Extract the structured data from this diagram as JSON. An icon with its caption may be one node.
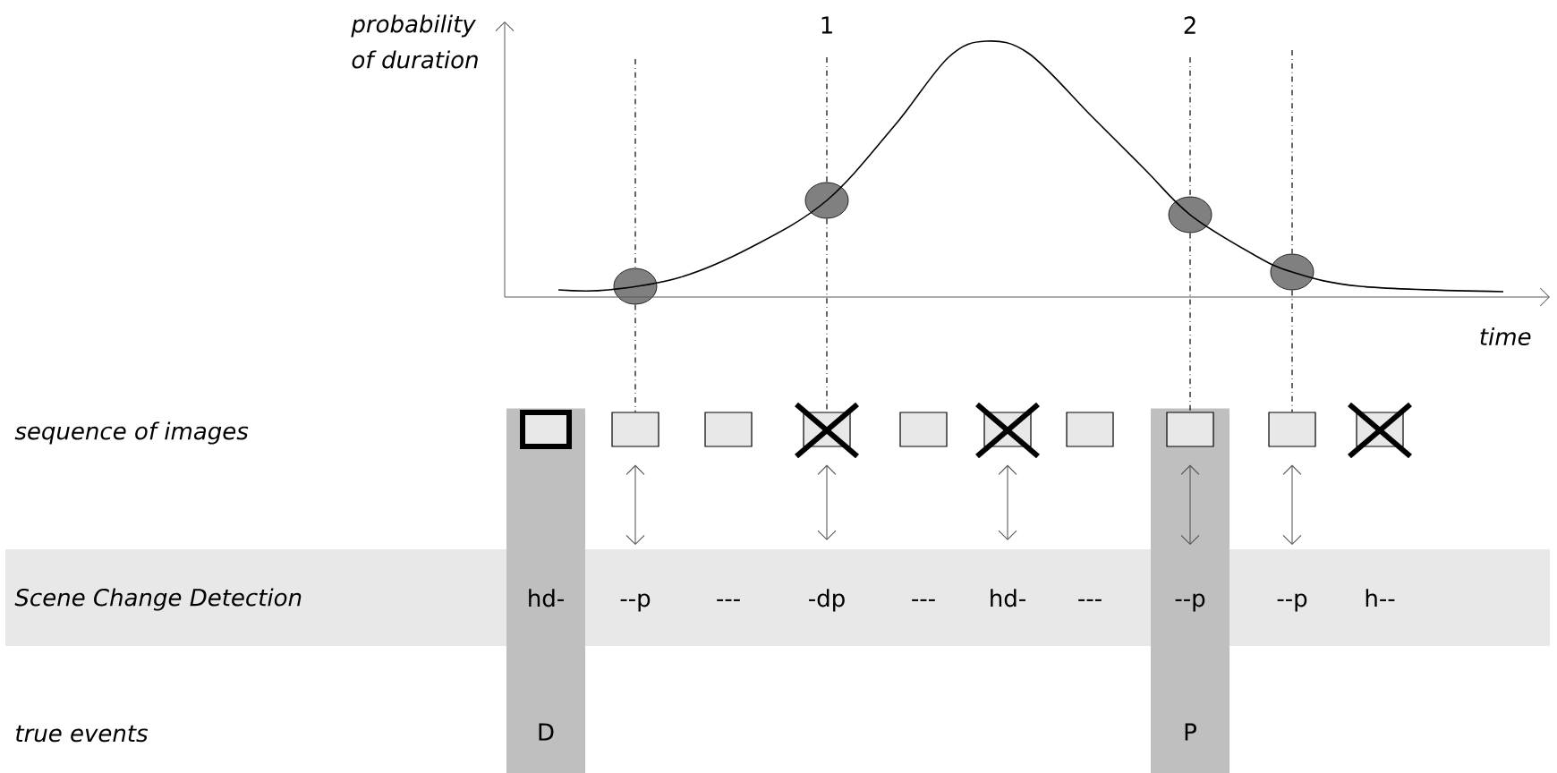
{
  "diagram": {
    "nodes": [
      {
        "text": [],
        "shape": "circle"
      },
      {
        "text": [],
        "shape": "circle"
      },
      {
        "text": [],
        "shape": "circle"
      },
      {
        "text": [],
        "shape": "circle"
      },
      {
        "text": [
          "Scene Change Detection"
        ]
      },
      {
        "text": [
          "D"
        ]
      },
      {
        "text": [
          "P"
        ]
      },
      {
        "text": [],
        "shape": "box",
        "in": 5
      },
      {
        "text": [],
        "shape": "box"
      },
      {
        "text": [],
        "shape": "box"
      },
      {
        "text": [],
        "shape": "box"
      },
      {
        "text": [],
        "shape": "box"
      },
      {
        "text": [],
        "shape": "box"
      },
      {
        "text": [],
        "shape": "box"
      },
      {
        "text": [],
        "shape": "box",
        "in": 6
      },
      {
        "text": [],
        "shape": "box"
      },
      {
        "text": [],
        "shape": "box"
      },
      {
        "text": [
          "hd-"
        ]
      },
      {
        "text": [
          "--p"
        ],
        "in": 4
      },
      {
        "text": [
          "---"
        ],
        "in": 4
      },
      {
        "text": [
          "-dp"
        ],
        "in": 4
      },
      {
        "text": [
          "---"
        ],
        "in": 4
      },
      {
        "text": [
          "hd-"
        ],
        "in": 4
      },
      {
        "text": [
          "---"
        ],
        "in": 4
      },
      {
        "text": [
          "--p"
        ]
      },
      {
        "text": [
          "--p"
        ],
        "in": 4
      },
      {
        "text": [
          "h--"
        ],
        "in": 4
      }
    ],
    "edges": [
      {
        "from": 0,
        "to": 8,
        "arrow": "none",
        "style": "dashed"
      },
      {
        "from": 1,
        "to": 10,
        "arrow": "none",
        "style": "dashed"
      },
      {
        "from": 2,
        "to": 14,
        "arrow": "none",
        "style": "dashed"
      },
      {
        "from": 3,
        "to": 15,
        "arrow": "none",
        "style": "dashed"
      },
      {
        "from": 8,
        "to": 18,
        "arrow": "both"
      },
      {
        "from": 10,
        "to": 20,
        "arrow": "both"
      },
      {
        "from": 12,
        "to": 22,
        "arrow": "both"
      },
      {
        "from": 14,
        "to": 24,
        "arrow": "both"
      },
      {
        "from": 15,
        "to": 25,
        "arrow": "both"
      }
    ],
    "labels": [
      "1",
      "2",
      "probability of duration",
      "time",
      "sequence of images",
      "true events"
    ]
  }
}
